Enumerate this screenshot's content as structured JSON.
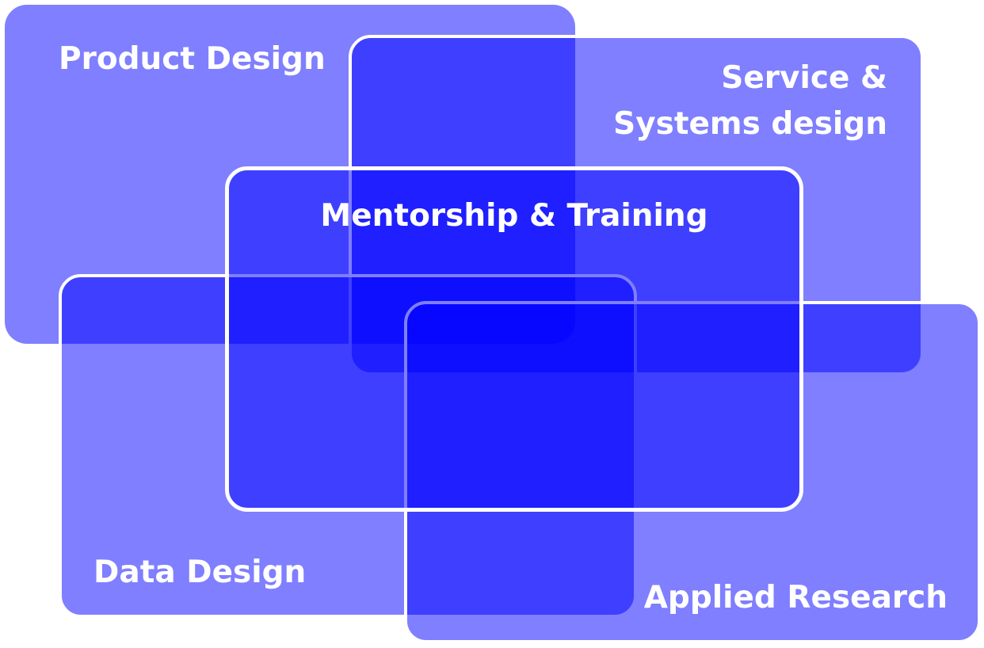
{
  "diagram": {
    "fill_color": "#0000FF",
    "outline_color": "#FFFFFF",
    "areas": [
      {
        "id": "product-design",
        "label": "Product Design"
      },
      {
        "id": "service-systems-design",
        "label": "Service &\nSystems design"
      },
      {
        "id": "mentorship-training",
        "label": "Mentorship & Training"
      },
      {
        "id": "data-design",
        "label": "Data Design"
      },
      {
        "id": "applied-research",
        "label": "Applied Research"
      }
    ]
  }
}
